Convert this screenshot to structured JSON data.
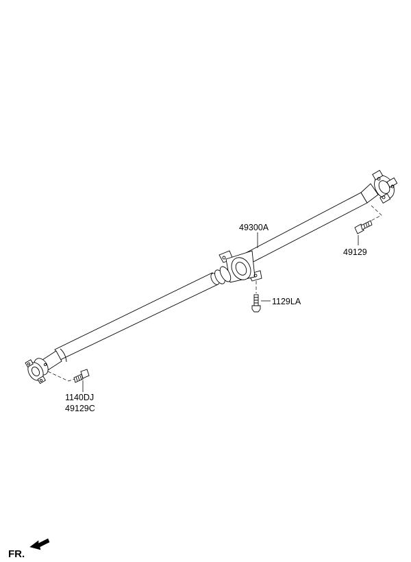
{
  "parts": [
    {
      "id": "shaft",
      "number": "49300A"
    },
    {
      "id": "bolt-rear",
      "number": "49129"
    },
    {
      "id": "bolt-center",
      "number": "1129LA"
    },
    {
      "id": "bolt-front-1",
      "number": "1140DJ"
    },
    {
      "id": "bolt-front-2",
      "number": "49129C"
    }
  ],
  "direction_label": "FR."
}
